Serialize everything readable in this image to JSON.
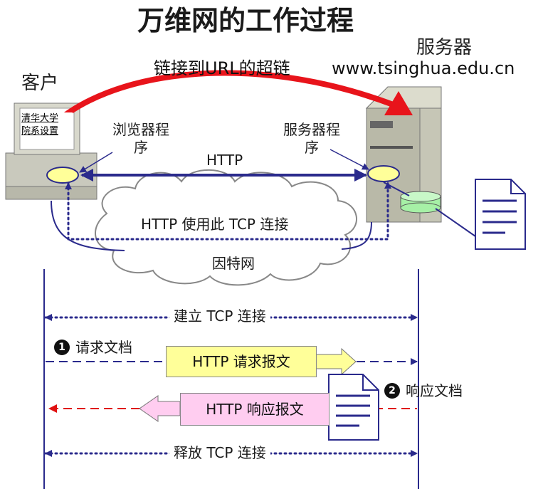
{
  "title": "万维网的工作过程",
  "client_label": "客户",
  "server_label": "服务器",
  "link_label": "链接到URL的超链",
  "url_label": "www.tsinghua.edu.cn",
  "screen_lines": [
    "清华大学",
    "院系设置"
  ],
  "browser_label": "浏览器程序",
  "server_program_label": "服务器程序",
  "http_label": "HTTP",
  "tcp_connection_label": "HTTP 使用此 TCP 连接",
  "internet_label": "因特网",
  "sequence": {
    "setup": "建立 TCP 连接",
    "step1_num": "1",
    "step1_label": "请求文档",
    "request_message": "HTTP 请求报文",
    "step2_num": "2",
    "step2_label": "响应文档",
    "response_message": "HTTP 响应报文",
    "release": "释放 TCP 连接"
  },
  "colors": {
    "arrow_blue": "#2a2a8c",
    "hyperlink_red": "#e8141b",
    "response_red": "#e01010",
    "request_box": "#ffff99",
    "response_box": "#ffcdf0",
    "ellipse_yellow": "#ffff99",
    "disk_green": "#a6f0a6"
  },
  "icons": [
    "computer-icon",
    "server-tower-icon",
    "document-icon",
    "cloud-icon",
    "disk-icon"
  ]
}
